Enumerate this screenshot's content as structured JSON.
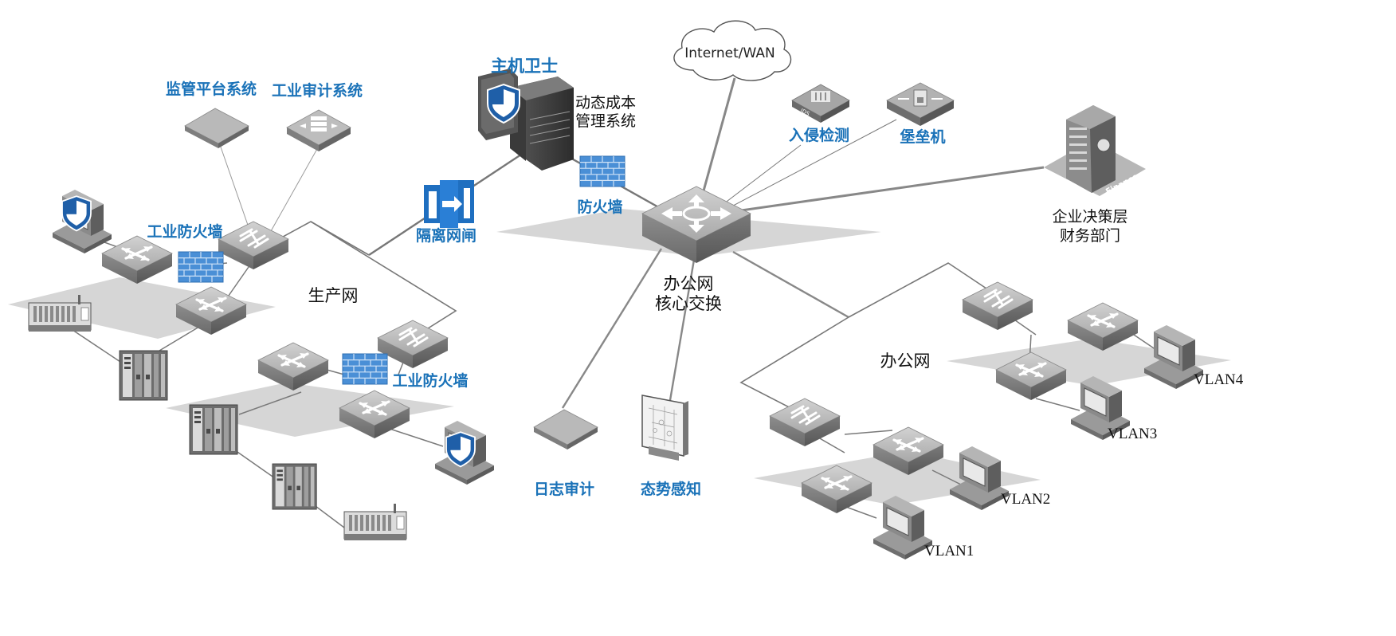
{
  "labels": {
    "internet": "Internet/WAN",
    "host_guard": "主机卫士",
    "cost_mgmt_line1": "动态成本",
    "cost_mgmt_line2": "管理系统",
    "supervision": "监管平台系统",
    "industrial_audit": "工业审计系统",
    "ids": "入侵检测",
    "bastion": "堡垒机",
    "finance_line1": "企业决策层",
    "finance_line2": "财务部门",
    "ind_firewall_top": "工业防火墙",
    "ind_firewall_bottom": "工业防火墙",
    "isolation_gateway": "隔离网闸",
    "firewall": "防火墙",
    "core_line1": "办公网",
    "core_line2": "核心交换",
    "production_net": "生产网",
    "office_net": "办公网",
    "log_audit": "日志审计",
    "situation_awareness": "态势感知",
    "vlan1": "VLAN1",
    "vlan2": "VLAN2",
    "vlan3": "VLAN3",
    "vlan4": "VLAN4",
    "ids_badge": "IDS",
    "finance_badge": "Finance"
  },
  "colors": {
    "label_blue": "#1a72b8",
    "firewall_blue": "#4a8fd6",
    "gateway_blue": "#1f6fc0",
    "shield_blue": "#1f5fa8",
    "zone_gray": "#d6d6d6",
    "device_gray": "#9c9c9c"
  },
  "icons": [
    "cloud-icon",
    "server-icon",
    "shield-icon",
    "switch-icon",
    "router-icon",
    "firewall-icon",
    "gateway-icon",
    "pc-icon",
    "plc-icon",
    "rtu-icon",
    "building-icon",
    "ids-icon",
    "bastion-icon",
    "monitor-icon",
    "appliance-icon"
  ]
}
